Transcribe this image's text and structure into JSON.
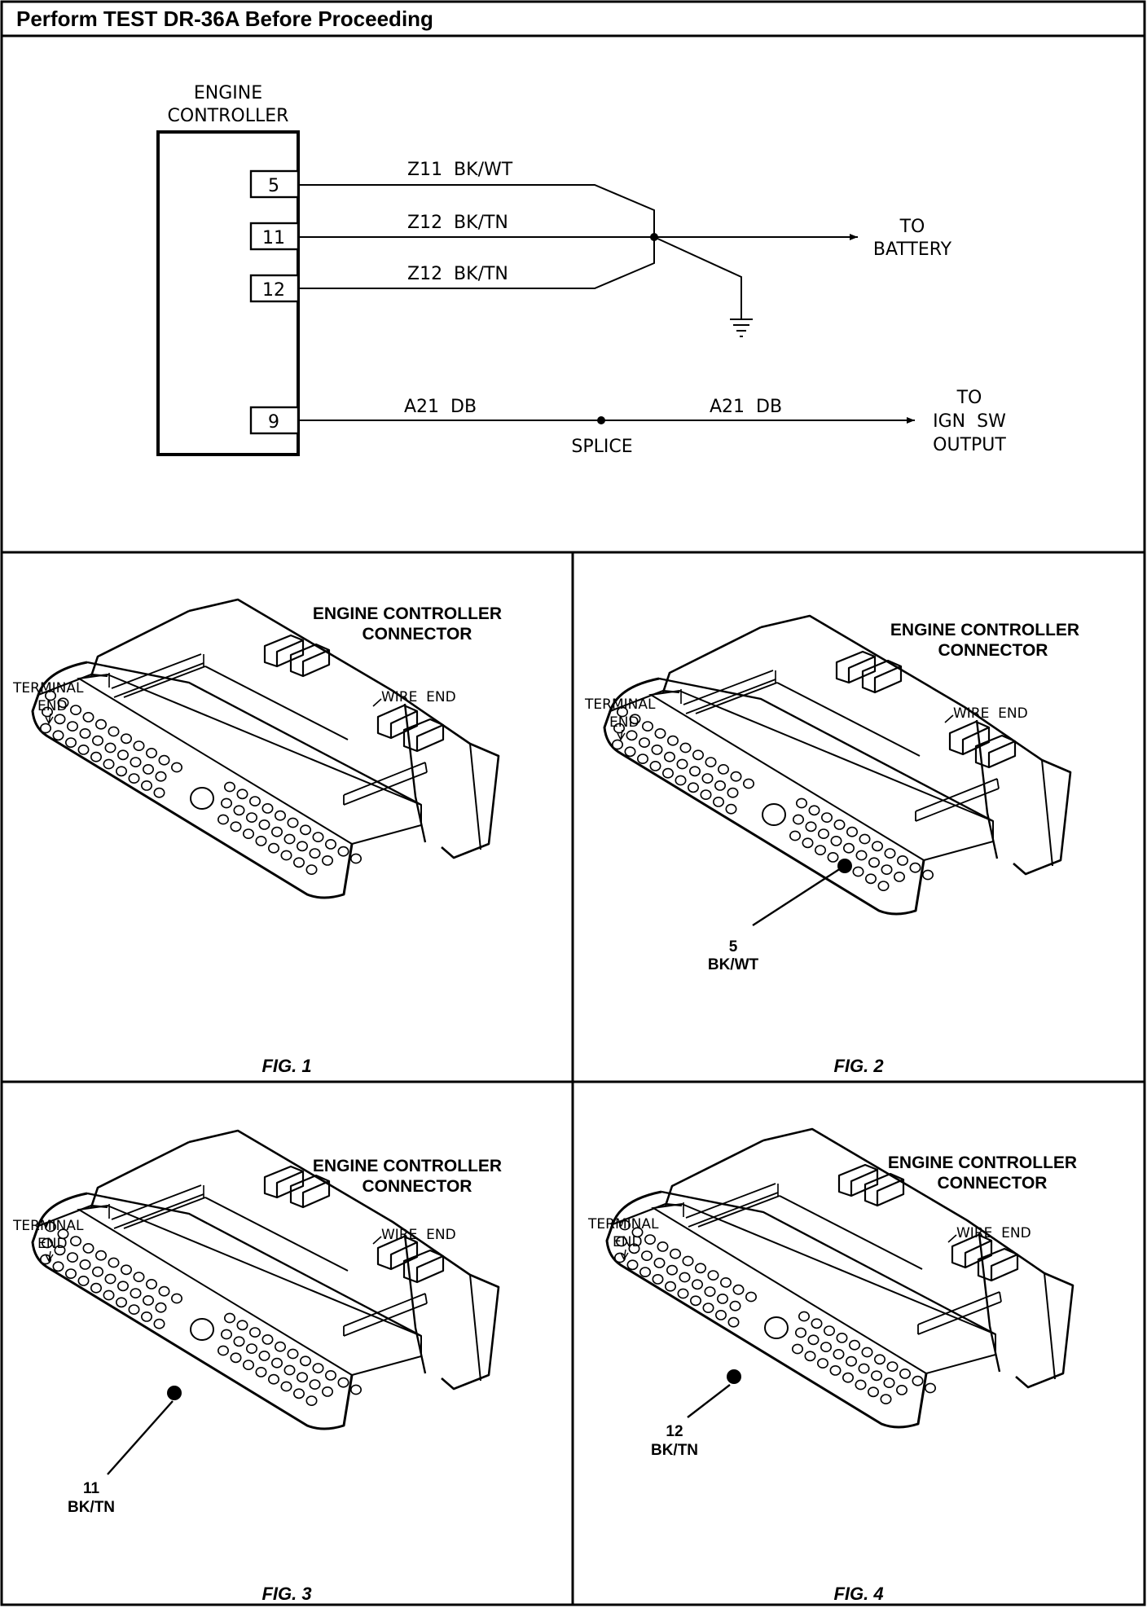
{
  "header": {
    "title": "Perform TEST DR-36A Before Proceeding"
  },
  "schematic": {
    "module_label": [
      "ENGINE",
      "CONTROLLER"
    ],
    "pins": [
      "5",
      "11",
      "12",
      "9"
    ],
    "wires": [
      "Z11  BK/WT",
      "Z12  BK/TN",
      "Z12  BK/TN",
      "A21  DB",
      "A21  DB"
    ],
    "splice_label": "SPLICE",
    "to_battery": [
      "TO",
      "BATTERY"
    ],
    "to_ign": [
      "TO",
      "IGN  SW",
      "OUTPUT"
    ]
  },
  "panels": [
    {
      "caption": "FIG. 1",
      "title": [
        "ENGINE CONTROLLER",
        "CONNECTOR"
      ],
      "terminal_end": [
        "TERMINAL",
        "END"
      ],
      "wire_end": "WIRE  END",
      "callout": null
    },
    {
      "caption": "FIG. 2",
      "title": [
        "ENGINE CONTROLLER",
        "CONNECTOR"
      ],
      "terminal_end": [
        "TERMINAL",
        "END"
      ],
      "wire_end": "WIRE  END",
      "callout": [
        "5",
        "BK/WT"
      ]
    },
    {
      "caption": "FIG. 3",
      "title": [
        "ENGINE CONTROLLER",
        "CONNECTOR"
      ],
      "terminal_end": [
        "TERMINAL",
        "END"
      ],
      "wire_end": "WIRE  END",
      "callout": [
        "11",
        "BK/TN"
      ]
    },
    {
      "caption": "FIG. 4",
      "title": [
        "ENGINE CONTROLLER",
        "CONNECTOR"
      ],
      "terminal_end": [
        "TERMINAL",
        "END"
      ],
      "wire_end": "WIRE  END",
      "callout": [
        "12",
        "BK/TN"
      ]
    }
  ]
}
